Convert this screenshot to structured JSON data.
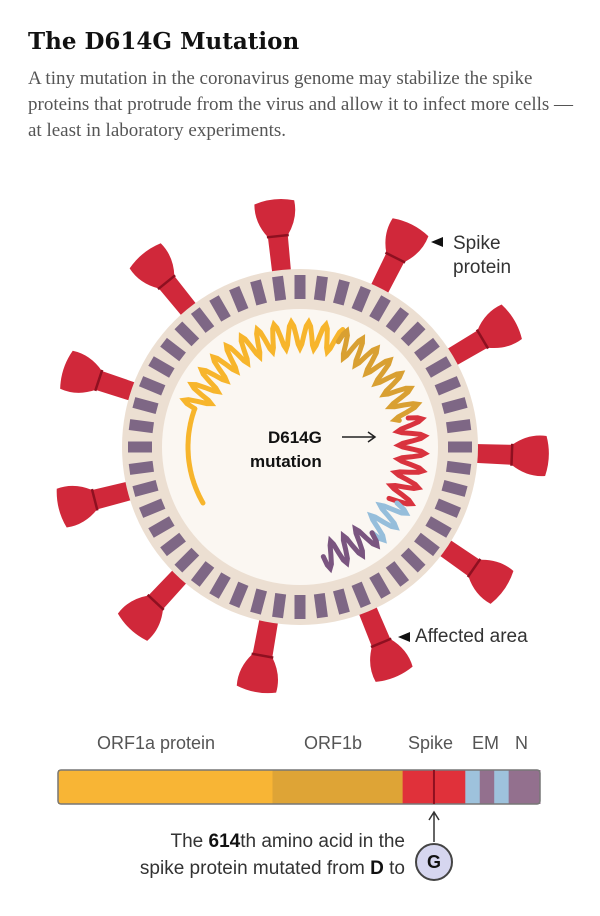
{
  "header": {
    "title": "The D614G Mutation",
    "description": "A tiny mutation in the coronavirus genome may stabilize the spike proteins that protrude from the virus and allow it to infect more cells — at least in laboratory experiments."
  },
  "virus": {
    "spike_label_line1": "Spike",
    "spike_label_line2": "protein",
    "mutation_label_line1": "D614G",
    "mutation_label_line2": "mutation",
    "affected_label": "Affected area",
    "pointer_icon": "left-triangle"
  },
  "genome": {
    "labels": [
      "ORF1a protein",
      "ORF1b",
      "Spike",
      "EM",
      "N"
    ],
    "segments": [
      {
        "name": "ORF1a",
        "fraction": 0.445,
        "color": "#f8b535"
      },
      {
        "name": "ORF1b",
        "fraction": 0.27,
        "color": "#dea436"
      },
      {
        "name": "Spike",
        "fraction": 0.13,
        "color": "#e0313a"
      },
      {
        "name": "E",
        "fraction": 0.03,
        "color": "#9ec2dc"
      },
      {
        "name": "M",
        "fraction": 0.03,
        "color": "#93708e"
      },
      {
        "name": "small1",
        "fraction": 0.03,
        "color": "#9ec2dc"
      },
      {
        "name": "N",
        "fraction": 0.065,
        "color": "#93708e"
      }
    ],
    "mutation_position_fraction": 0.78
  },
  "caption": {
    "line1_a": "The ",
    "line1_b": "614",
    "line1_c": "th amino acid in the",
    "line2_a": "spike protein mutated from ",
    "line2_b": "D",
    "line2_c": " to",
    "new_residue": "G"
  },
  "colors": {
    "spike": "#d0283a",
    "spike_band": "#8e1020",
    "membrane": "#ecdfd2",
    "block": "#7e6785",
    "core": "#fbf7f2"
  }
}
